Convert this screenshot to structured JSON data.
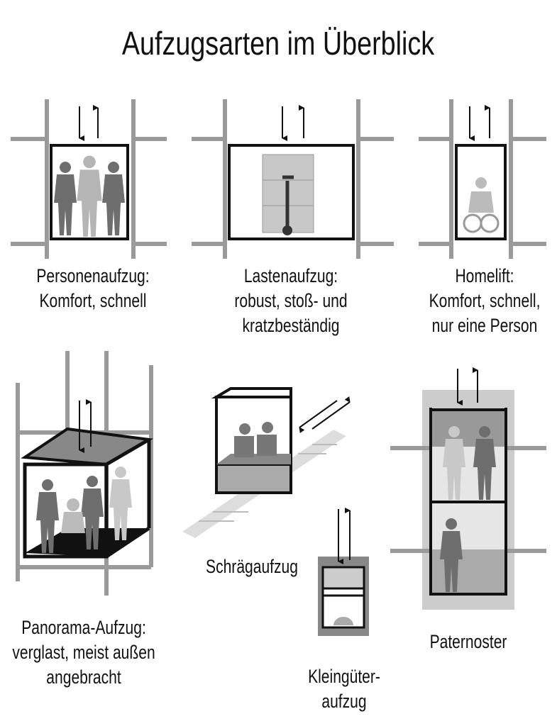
{
  "title": "Aufzugsarten im Überblick",
  "types": [
    {
      "name": "Personenaufzug:",
      "desc": [
        "Komfort, schnell"
      ]
    },
    {
      "name": "Lastenaufzug:",
      "desc": [
        "robust, stoß- und",
        "kratzbeständig"
      ]
    },
    {
      "name": "Homelift:",
      "desc": [
        "Komfort, schnell,",
        "nur eine Person"
      ]
    },
    {
      "name": "Panorama-Aufzug:",
      "desc": [
        "verglast, meist außen",
        "angebracht"
      ]
    },
    {
      "name": "Schrägaufzug",
      "desc": []
    },
    {
      "name": "Kleingüter-",
      "desc": [
        "aufzug"
      ]
    },
    {
      "name": "Paternoster",
      "desc": []
    }
  ],
  "colors": {
    "frame": "#111111",
    "wall": "#9a9a9a",
    "person_dark": "#6e6e6e",
    "person_light": "#b5b5b5"
  }
}
